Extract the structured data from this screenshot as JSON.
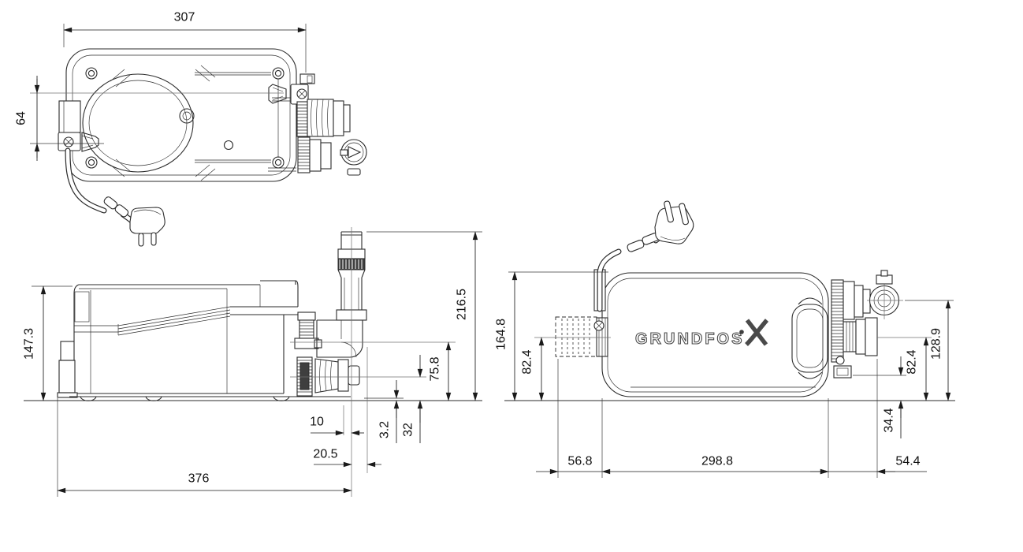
{
  "page": {
    "background": "#ffffff",
    "line_color": "#2b2b2b",
    "dimension_text_color": "#111111"
  },
  "brand": {
    "logo_text": "GRUNDFOS"
  },
  "views": {
    "top": {
      "dims": {
        "overall_width": "307",
        "inlet_offset": "64"
      }
    },
    "side": {
      "dims": {
        "tank_height": "147.3",
        "discharge_top_height": "216.5",
        "discharge_center_height": "75.8",
        "pipe_center_offset": "10",
        "base_clearance": "3.2",
        "outlet_center_height": "32",
        "flange_offset": "20.5",
        "overall_length": "376"
      }
    },
    "end": {
      "dims": {
        "overall_height": "164.8",
        "inlet_center_height": "82.4",
        "outlet_top_height": "128.9",
        "side_port_center_height": "82.4",
        "drain_height": "34.4",
        "inlet_extension": "56.8",
        "body_length": "298.8",
        "outlet_extension": "54.4"
      }
    }
  }
}
